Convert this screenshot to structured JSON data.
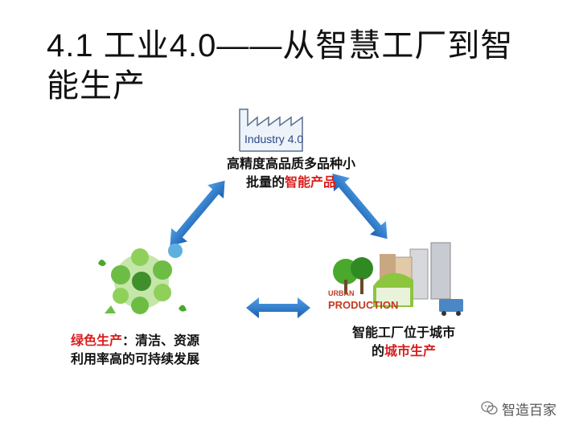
{
  "slide": {
    "title_line1": "4.1 工业4.0——从智慧工厂到智",
    "title_line2": "能生产"
  },
  "top_node": {
    "logo_text": "Industry 4.0",
    "line1": "高精度高品质多品种小",
    "line2_prefix": "批量的",
    "line2_highlight": "智能产品"
  },
  "left_node": {
    "highlight": "绿色生产",
    "line1_rest": "：清洁、资源",
    "line2": "利用率高的可持续发展"
  },
  "right_node": {
    "line1": "智能工厂位于城市",
    "line2_prefix": "的",
    "line2_highlight": "城市生产",
    "graphic_text_line1": "URBAN",
    "graphic_text_line2": "PRODUCTION"
  },
  "watermark": {
    "text": "智造百家",
    "icon": "wechat-icon"
  },
  "colors": {
    "highlight_red": "#d81e1e",
    "arrow_blue": "#1f6fc0",
    "green": "#4aa82c"
  }
}
